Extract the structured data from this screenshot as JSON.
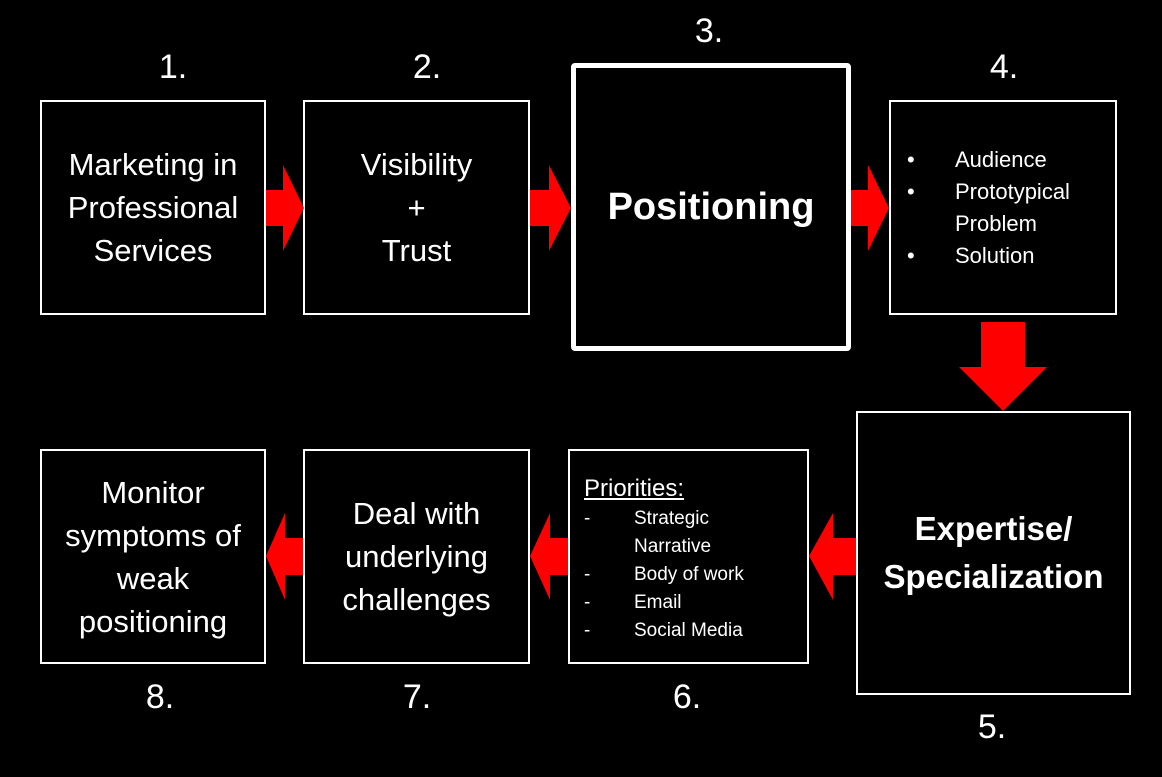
{
  "colors": {
    "background": "#000000",
    "box_border": "#ffffff",
    "arrow": "#ff0000"
  },
  "steps": [
    {
      "number": "1.",
      "lines": [
        "Marketing in",
        "Professional",
        "Services"
      ]
    },
    {
      "number": "2.",
      "lines": [
        "Visibility",
        "+",
        "Trust"
      ]
    },
    {
      "number": "3.",
      "lines": [
        "Positioning"
      ]
    },
    {
      "number": "4.",
      "bullets": [
        "Audience",
        "Prototypical Problem",
        "Solution"
      ],
      "bullet_marker": "•"
    },
    {
      "number": "5.",
      "lines": [
        "Expertise/",
        "Specialization"
      ]
    },
    {
      "number": "6.",
      "title": "Priorities:",
      "items": [
        "Strategic Narrative",
        "Body of work",
        "Email",
        "Social Media"
      ],
      "item_marker": "-"
    },
    {
      "number": "7.",
      "lines": [
        "Deal with",
        "underlying",
        "challenges"
      ]
    },
    {
      "number": "8.",
      "lines": [
        "Monitor",
        "symptoms of",
        "weak",
        "positioning"
      ]
    }
  ]
}
